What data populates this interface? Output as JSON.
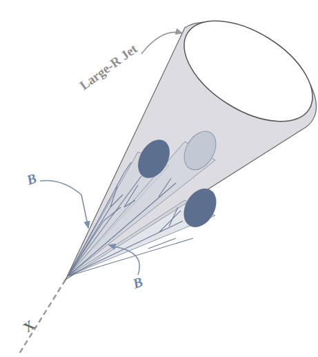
{
  "diagram": {
    "labels": [
      "Large-R Jet",
      "B",
      "B",
      "X"
    ]
  }
}
